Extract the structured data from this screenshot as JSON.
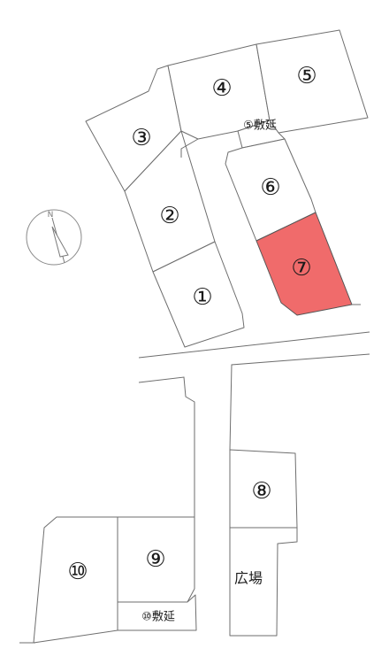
{
  "lots": [
    {
      "id": "1",
      "label": "①"
    },
    {
      "id": "2",
      "label": "②"
    },
    {
      "id": "3",
      "label": "③"
    },
    {
      "id": "4",
      "label": "④"
    },
    {
      "id": "5",
      "label": "⑤"
    },
    {
      "id": "6",
      "label": "⑥"
    },
    {
      "id": "7",
      "label": "⑦",
      "selected": true
    },
    {
      "id": "8",
      "label": "⑧"
    },
    {
      "id": "9",
      "label": "⑨"
    },
    {
      "id": "10",
      "label": "⑩"
    }
  ],
  "easements": {
    "lot5": "⑤敷延",
    "lot10": "⑩敷延"
  },
  "plaza_label": "広場",
  "compass": {
    "north_label": "N"
  },
  "colors": {
    "selected_fill": "#f06b6b",
    "line": "#6e6e6e",
    "background": "#ffffff"
  }
}
